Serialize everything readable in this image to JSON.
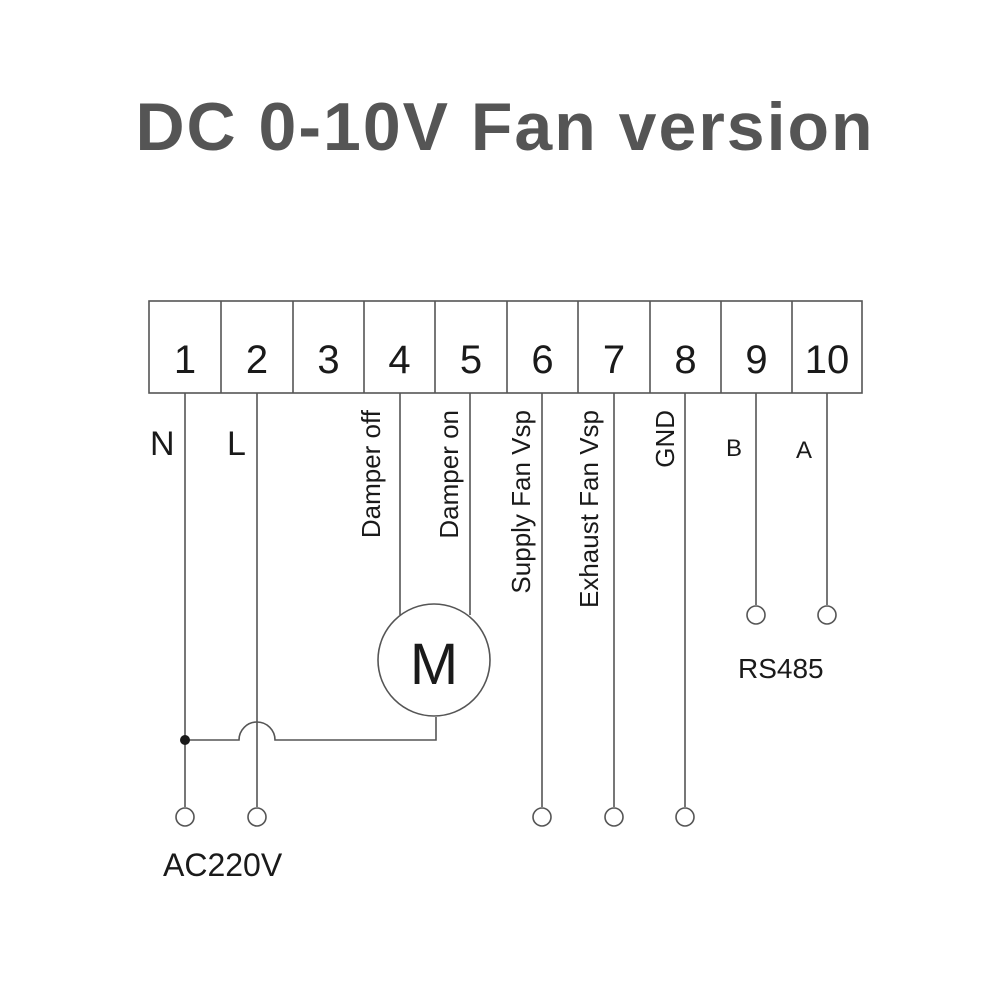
{
  "title": "DC 0-10V Fan version",
  "terminals": [
    {
      "number": "1",
      "label": "N"
    },
    {
      "number": "2",
      "label": "L"
    },
    {
      "number": "3",
      "label": ""
    },
    {
      "number": "4",
      "label": "Damper off"
    },
    {
      "number": "5",
      "label": "Damper on"
    },
    {
      "number": "6",
      "label": "Supply Fan Vsp"
    },
    {
      "number": "7",
      "label": "Exhaust Fan Vsp"
    },
    {
      "number": "8",
      "label": "GND"
    },
    {
      "number": "9",
      "label": "B"
    },
    {
      "number": "10",
      "label": "A"
    }
  ],
  "motor_label": "M",
  "power_label": "AC220V",
  "bus_label": "RS485",
  "colors": {
    "line": "#555555",
    "text": "#1a1a1a",
    "title": "#555555"
  }
}
